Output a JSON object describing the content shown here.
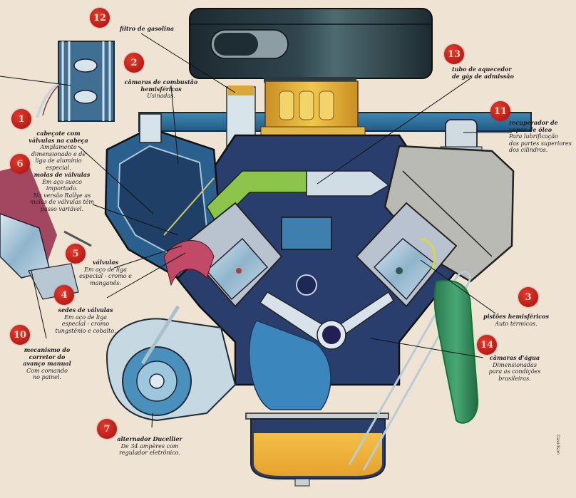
{
  "diagram": {
    "subject": "Motor V8 em corte",
    "colors": {
      "background": "#efe3d3",
      "badge": "#c5221b",
      "engine_blue": "#2f6f9e",
      "air_filter": "#1e2c33",
      "carburetor": "#d7a532",
      "oil": "#f0b43a",
      "coolant_green": "#2f8a5a",
      "intake_green": "#8cc54a",
      "valve_cover_gray": "#b7b9b2",
      "combustion_red": "#c04a68",
      "label_text": "#1f1d22"
    },
    "callouts": [
      {
        "number": "1",
        "title": "cabeçote com válvulas na cabeça",
        "description": "Amplamente dimensionado e de liga de alumínio especial."
      },
      {
        "number": "2",
        "title": "câmaras de combustão hemisféricas",
        "description": "Usinadas."
      },
      {
        "number": "3",
        "title": "pistões hemisféricos",
        "description": "Auto térmicos."
      },
      {
        "number": "4",
        "title": "sedes de válvulas",
        "description": "Em aço de liga especial - cromo tungstênio e cobalto."
      },
      {
        "number": "5",
        "title": "válvulas",
        "description": "Em aço de liga especial - cromo e manganês."
      },
      {
        "number": "6",
        "title": "molas de válvulas",
        "description": "Em aço sueco importado. Na versão Rallye as molas de válvulas têm passo variável."
      },
      {
        "number": "7",
        "title": "alternador Ducellier",
        "description": "De 34 ampères com regulador eletrônico."
      },
      {
        "number": "10",
        "title": "mecanismo do corretor do avanço manual",
        "description": "Com comando no painel."
      },
      {
        "number": "11",
        "title": "recuperador de vapor de óleo",
        "description": "Para lubrificação das partes superiores dos cilindros."
      },
      {
        "number": "12",
        "title": "filtro de gasolina",
        "description": ""
      },
      {
        "number": "13",
        "title": "tubo de aquecedor de gás de admissão",
        "description": ""
      },
      {
        "number": "14",
        "title": "câmaras d'água",
        "description": "Dimensionadas para as condições brasileiras."
      }
    ],
    "label_lines": {
      "l1": [
        "cabeçote com",
        "válvulas na cabeça"
      ],
      "l1d": [
        "Amplamente",
        "dimensionado e de",
        "liga de alumínio",
        "especial."
      ],
      "l6": [
        "molas de válvulas"
      ],
      "l6d": [
        "Em aço sueco importado.",
        "Na versão Rallye as",
        "molas de válvulas têm",
        "passo variável."
      ],
      "l2": [
        "câmaras de combustão",
        "hemisféricas"
      ],
      "l2d": [
        "Usinadas."
      ],
      "l5": [
        "válvulas"
      ],
      "l5d": [
        "Em aço de liga",
        "especial - cromo e",
        "manganês."
      ],
      "l4": [
        "sedes de válvulas"
      ],
      "l4d": [
        "Em aço de liga",
        "especial - cromo",
        "tungstênio e cobalto."
      ],
      "l10": [
        "mecanismo do",
        "corretor do",
        "avanço manual"
      ],
      "l10d": [
        "Com comando",
        "no painel."
      ],
      "l7": [
        "alternador Ducellier"
      ],
      "l7d": [
        "De 34 ampères com",
        "regulador eletrônico."
      ],
      "l12": [
        "filtro de gasolina"
      ],
      "l13": [
        "tubo de aquecedor",
        "de gás de admissão"
      ],
      "l11": [
        "recuperador de",
        "vapor de óleo"
      ],
      "l11d": [
        "Para lubrificação",
        "das partes superiores",
        "dos cilindros."
      ],
      "l3": [
        "pistões hemisféricos"
      ],
      "l3d": [
        "Auto térmicos."
      ],
      "l14": [
        "câmaras d'água"
      ],
      "l14d": [
        "Dimensionadas",
        "para as condições",
        "brasileiras."
      ]
    },
    "signature": "Davidson"
  }
}
